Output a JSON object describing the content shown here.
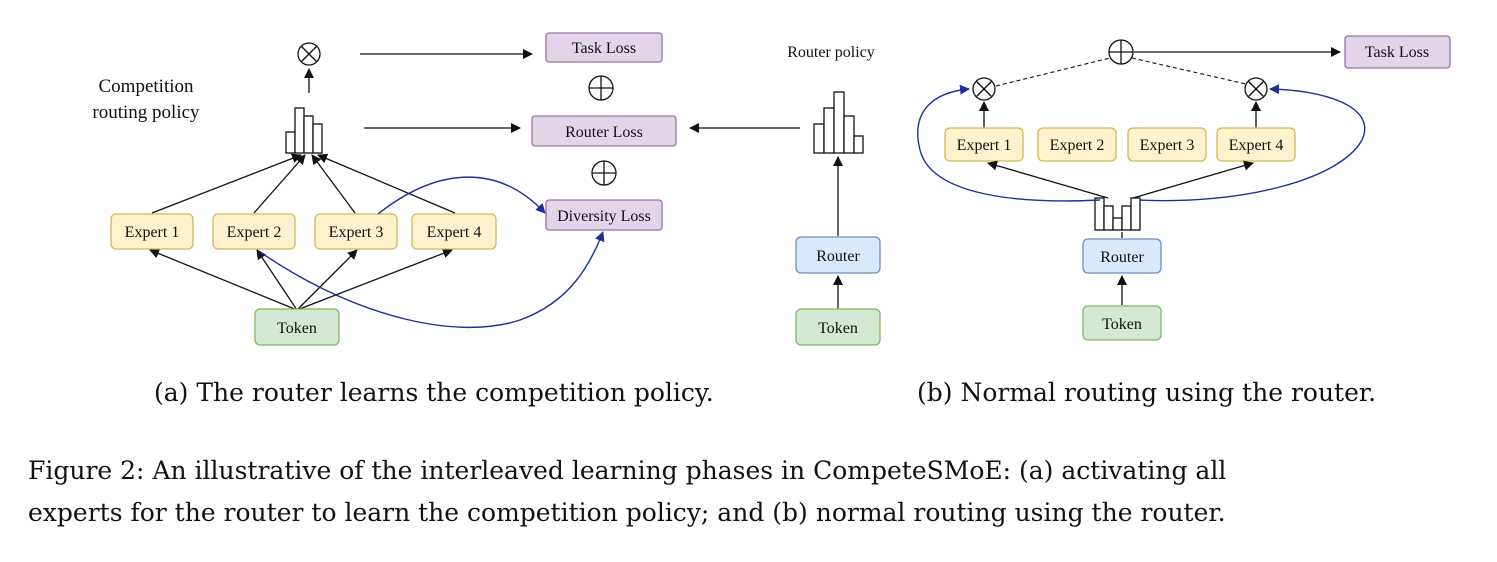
{
  "colors": {
    "expert_fill": "#fff2cc",
    "expert_stroke": "#d6b656",
    "loss_fill": "#e1d5e7",
    "loss_stroke": "#9673a6",
    "token_fill": "#d5e8d4",
    "token_stroke": "#82b366",
    "router_fill": "#dae8fc",
    "router_stroke": "#6c8ebf",
    "blue_arrow": "#1f2f9a"
  },
  "panel_a": {
    "policy_label_line1": "Competition",
    "policy_label_line2": "routing policy",
    "experts": [
      "Expert 1",
      "Expert 2",
      "Expert 3",
      "Expert 4"
    ],
    "token": "Token",
    "task_loss": "Task Loss",
    "router_loss": "Router Loss",
    "diversity_loss": "Diversity Loss",
    "router_policy_label": "Router policy",
    "router": "Router",
    "router_token": "Token",
    "caption": "(a) The router learns the competition policy."
  },
  "panel_b": {
    "experts": [
      "Expert 1",
      "Expert 2",
      "Expert 3",
      "Expert 4"
    ],
    "task_loss": "Task Loss",
    "router": "Router",
    "token": "Token",
    "caption": "(b) Normal routing using the router."
  },
  "figure_caption": {
    "line1": "Figure 2: An illustrative of the interleaved learning phases in CompeteSMoE: (a) activating all",
    "line2": "experts for the router to learn the competition policy; and (b) normal routing using the router."
  }
}
